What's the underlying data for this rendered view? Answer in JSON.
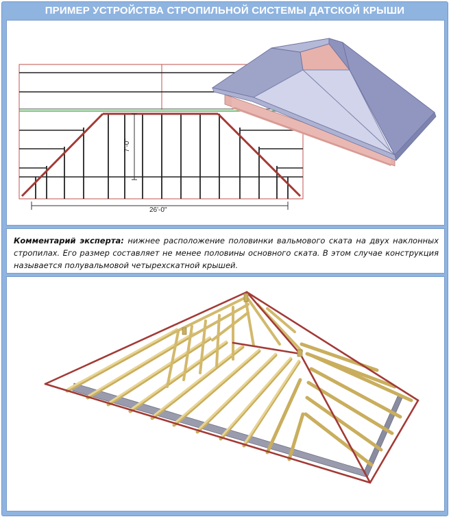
{
  "header": {
    "title": "ПРИМЕР УСТРОЙСТВА СТРОПИЛЬНОЙ СИСТЕМЫ ДАТСКОЙ КРЫШИ"
  },
  "drawing": {
    "dim_height": "7'-0\"",
    "dim_width": "26'-0\""
  },
  "comment": {
    "label": "Комментарий эксперта:",
    "text": "нижнее расположение половинки вальмового ската на двух наклонных стропилах. Его размер составляет не менее половины основного ската. В этом случае конструкция называется полувальмовой четырехскатной крышей."
  },
  "colors": {
    "frame": "#8fb4e0",
    "beam_red": "#a23a36",
    "timber": "#e4d08a",
    "roof_top": "#c9cde6",
    "wall_pink": "#e8b3ad"
  }
}
